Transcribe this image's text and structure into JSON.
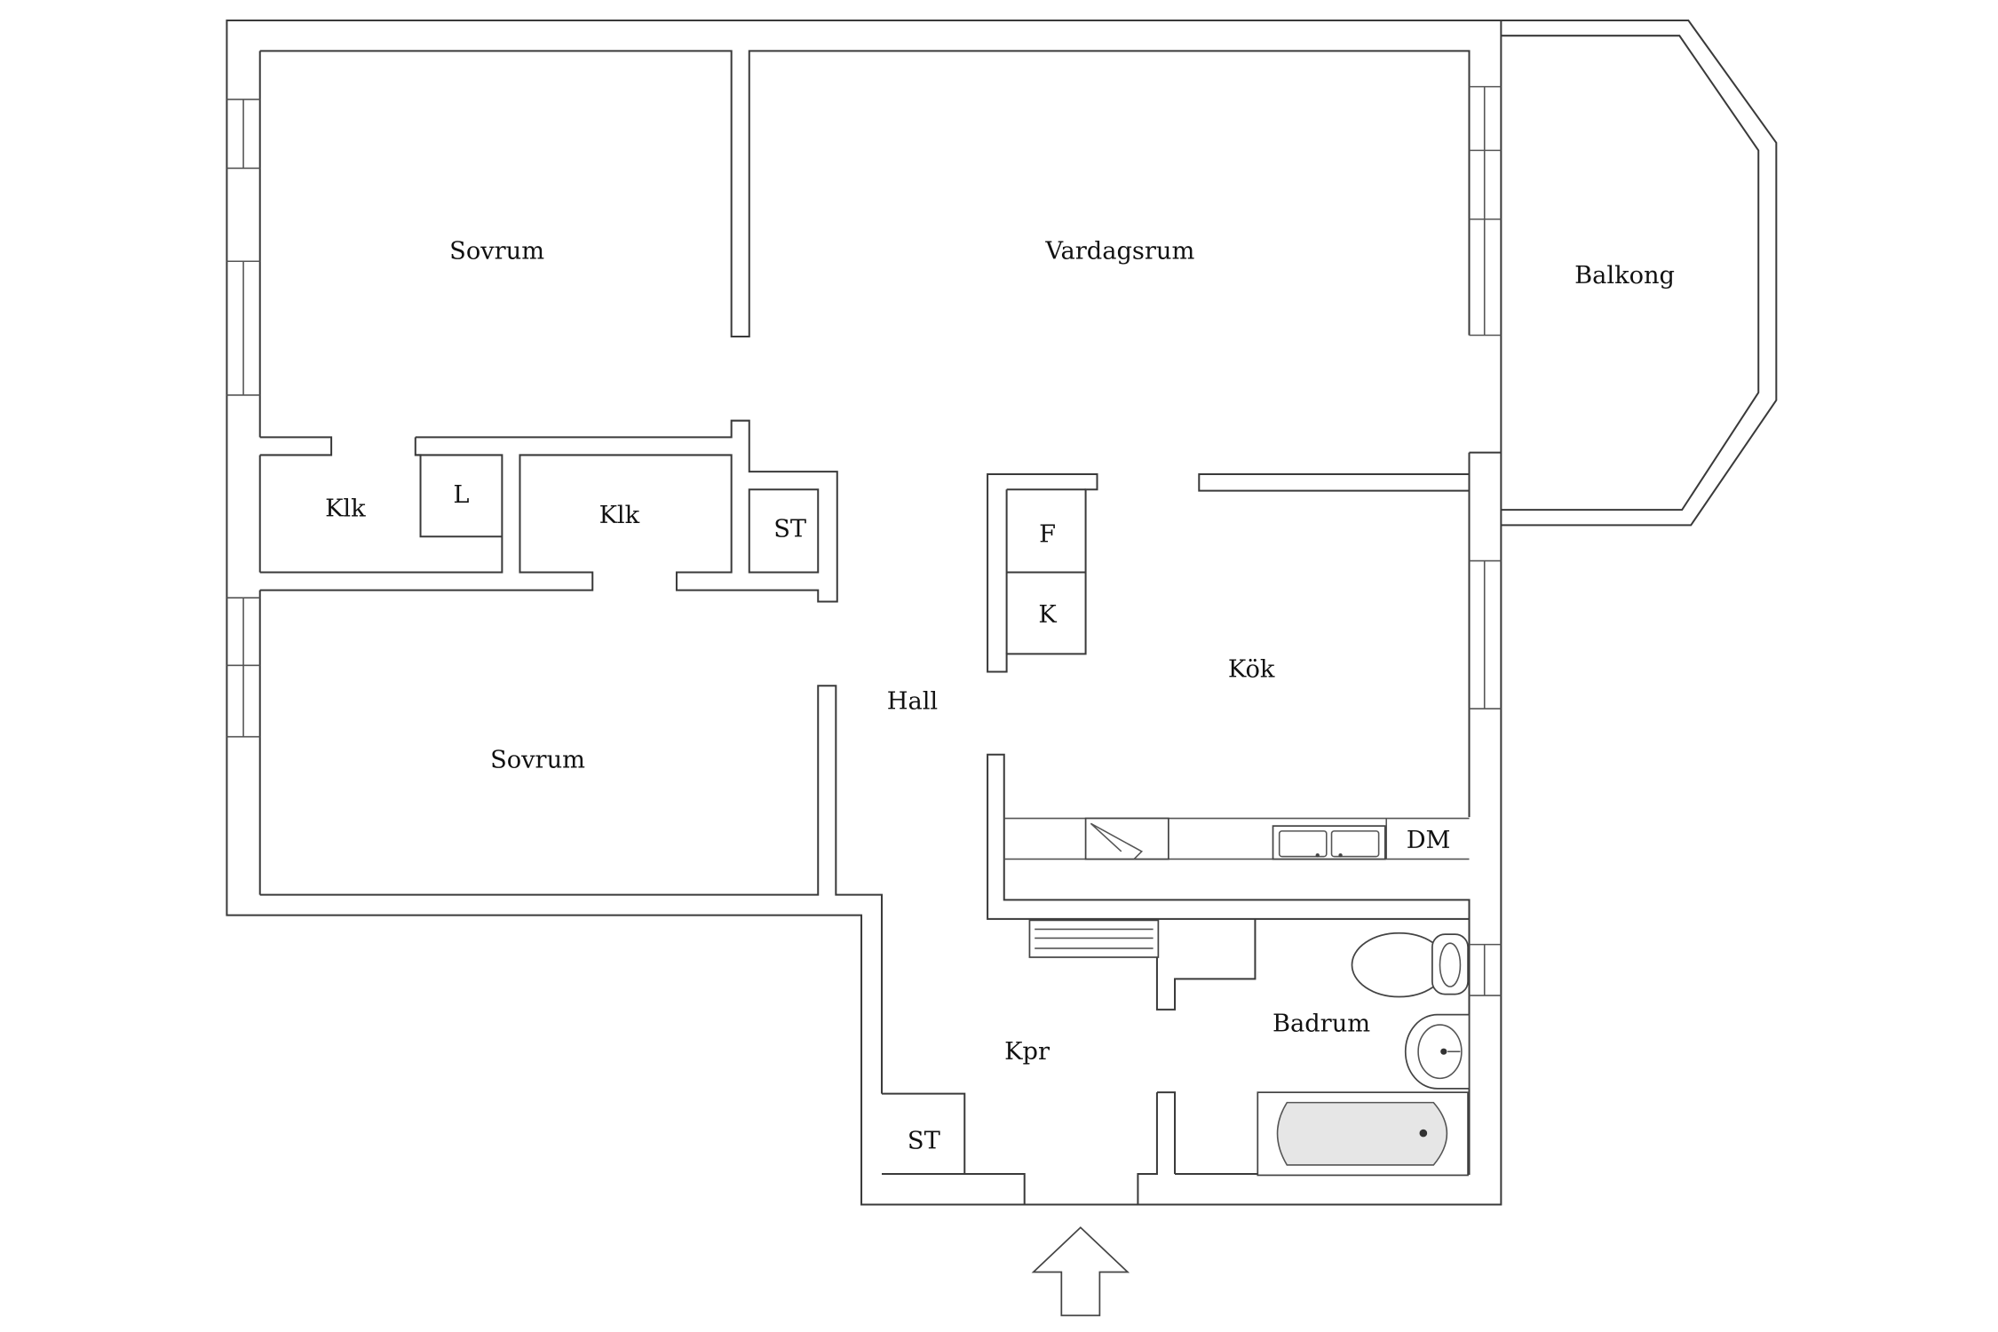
{
  "rooms": {
    "sovrum_top": "Sovrum",
    "vardagsrum": "Vardagsrum",
    "balkong": "Balkong",
    "klk_left": "Klk",
    "l": "L",
    "klk_mid": "Klk",
    "st_hall": "ST",
    "f": "F",
    "k": "K",
    "kok": "Kök",
    "hall": "Hall",
    "sovrum_bottom": "Sovrum",
    "dm": "DM",
    "badrum": "Badrum",
    "kpr": "Kpr",
    "st_kpr": "ST"
  },
  "icons": {
    "entrance": "entrance-arrow-icon",
    "toilet": "toilet-icon",
    "sink": "washbasin-icon",
    "bathtub": "bathtub-icon",
    "kitchen_sink": "kitchen-sink-icon",
    "stove": "stove-icon",
    "radiator": "radiator-icon"
  }
}
